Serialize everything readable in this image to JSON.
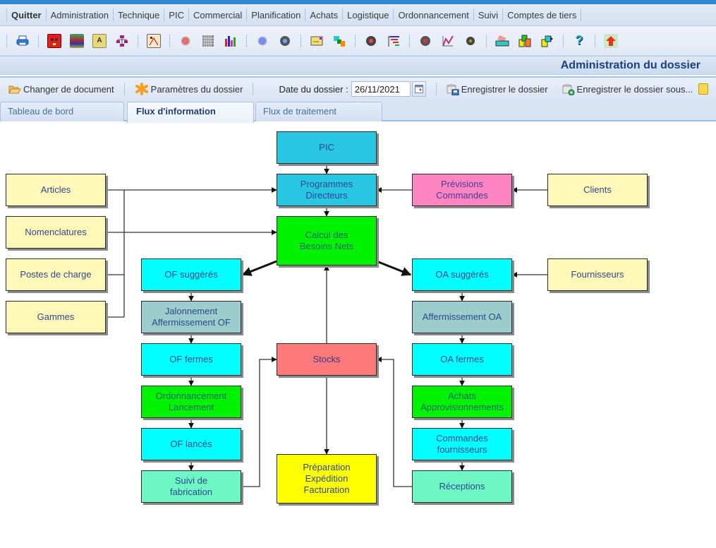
{
  "menu": {
    "items": [
      "Quitter",
      "Administration",
      "Technique",
      "PIC",
      "Commercial",
      "Planification",
      "Achats",
      "Logistique",
      "Ordonnancement",
      "Suivi",
      "Comptes de tiers"
    ]
  },
  "toolbar": {
    "icons": [
      "printer-icon",
      "robot-icon",
      "stacked-books-icon",
      "folder-a-icon",
      "org-chart-icon",
      "calendar-chart-icon",
      "gear-icon",
      "grid-table-icon",
      "bar-chart-icon",
      "gear-blue-icon",
      "disc-icon",
      "note-icon",
      "transfer-icon",
      "disc-red-icon",
      "gantt-icon",
      "disc-v-icon",
      "chart-pen-icon",
      "disc-dark-icon",
      "cash-register-icon",
      "blocks-icon",
      "blocks-arrow-icon",
      "help-icon",
      "up-arrow-icon"
    ]
  },
  "title": "Administration du dossier",
  "actions": {
    "change_document": "Changer de document",
    "parameters": "Paramètres du dossier",
    "date_label": "Date du dossier :",
    "date_value": "26/11/2021",
    "save": "Enregistrer le dossier",
    "save_as": "Enregistrer le dossier sous..."
  },
  "tabs": [
    {
      "label": "Tableau de bord",
      "active": false
    },
    {
      "label": "Flux d'information",
      "active": true
    },
    {
      "label": "Flux de traitement",
      "active": false
    }
  ],
  "colors": {
    "yellow_light": "#fff8b8",
    "blue_pic": "#29c6e3",
    "green": "#00f200",
    "pink": "#ff85c2",
    "cyan": "#00ffff",
    "teal_gray": "#9ccccc",
    "mint": "#6ef7c4",
    "salmon": "#ff7b7b",
    "yellow": "#ffff00"
  },
  "diagram": {
    "nodes": {
      "pic": "PIC",
      "programmes": "Programmes\nDirecteurs",
      "calcul": "Calcul des\nBesoins Nets",
      "articles": "Articles",
      "nomenclatures": "Nomenclatures",
      "postes": "Postes de charge",
      "gammes": "Gammes",
      "previsions": "Prévisions\nCommandes",
      "clients": "Clients",
      "of_suggeres": "OF suggérés",
      "jalonnement": "Jalonnement\nAffermissement OF",
      "of_fermes": "OF fermes",
      "ordonnancement": "Ordonnancement\nLancement",
      "of_lances": "OF lancés",
      "suivi": "Suivi de\nfabrication",
      "oa_suggeres": "OA suggérés",
      "fournisseurs": "Fournisseurs",
      "affermissement_oa": "Affermissement OA",
      "oa_fermes": "OA fermes",
      "achats": "Achats\nApprovisionnements",
      "commandes": "Commandes\nfournisseurs",
      "receptions": "Réceptions",
      "stocks": "Stocks",
      "preparation": "Préparation\nExpédition\nFacturation"
    }
  }
}
